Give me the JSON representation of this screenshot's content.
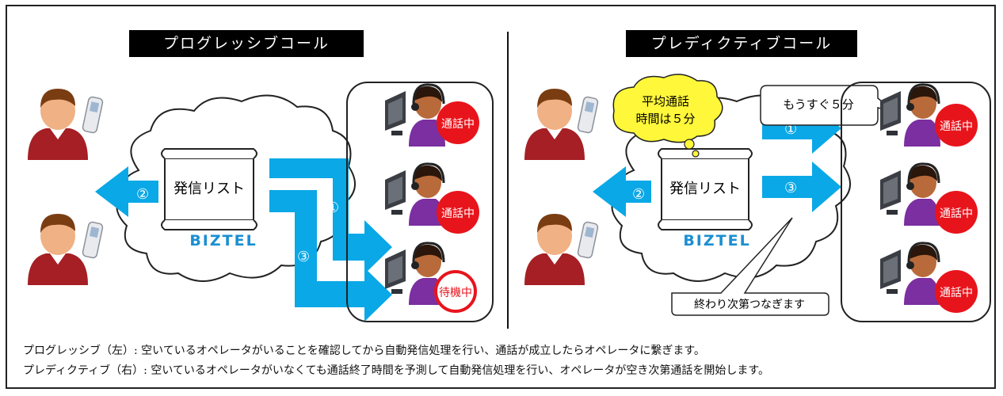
{
  "left": {
    "title": "プログレッシブコール",
    "list_label": "発信リスト",
    "logo": "BIZTEL",
    "steps": [
      "①",
      "②",
      "③"
    ],
    "status": [
      "通話中",
      "通話中",
      "待機中"
    ]
  },
  "right": {
    "title": "プレディクティブコール",
    "list_label": "発信リスト",
    "logo": "BIZTEL",
    "steps": [
      "①",
      "②",
      "③"
    ],
    "status": [
      "通話中",
      "通話中",
      "通話中"
    ],
    "bubble_avg_1": "平均通話",
    "bubble_avg_2": "時間は５分",
    "bubble_soon": "もうすぐ５分",
    "bubble_connect": "終わり次第つなぎます"
  },
  "captions": [
    "プログレッシブ（左）: 空いているオペレータがいることを確認してから自動発信処理を行い、通話が成立したらオペレータに繋ぎます。",
    "プレディクティブ（右）: 空いているオペレータがいなくても通話終了時間を予測して自動発信処理を行い、オペレータが空き次第通話を開始します。"
  ],
  "colors": {
    "arrow": "#0aa8e6",
    "busy": "#e8141c",
    "logo": "#1b8fd1"
  }
}
